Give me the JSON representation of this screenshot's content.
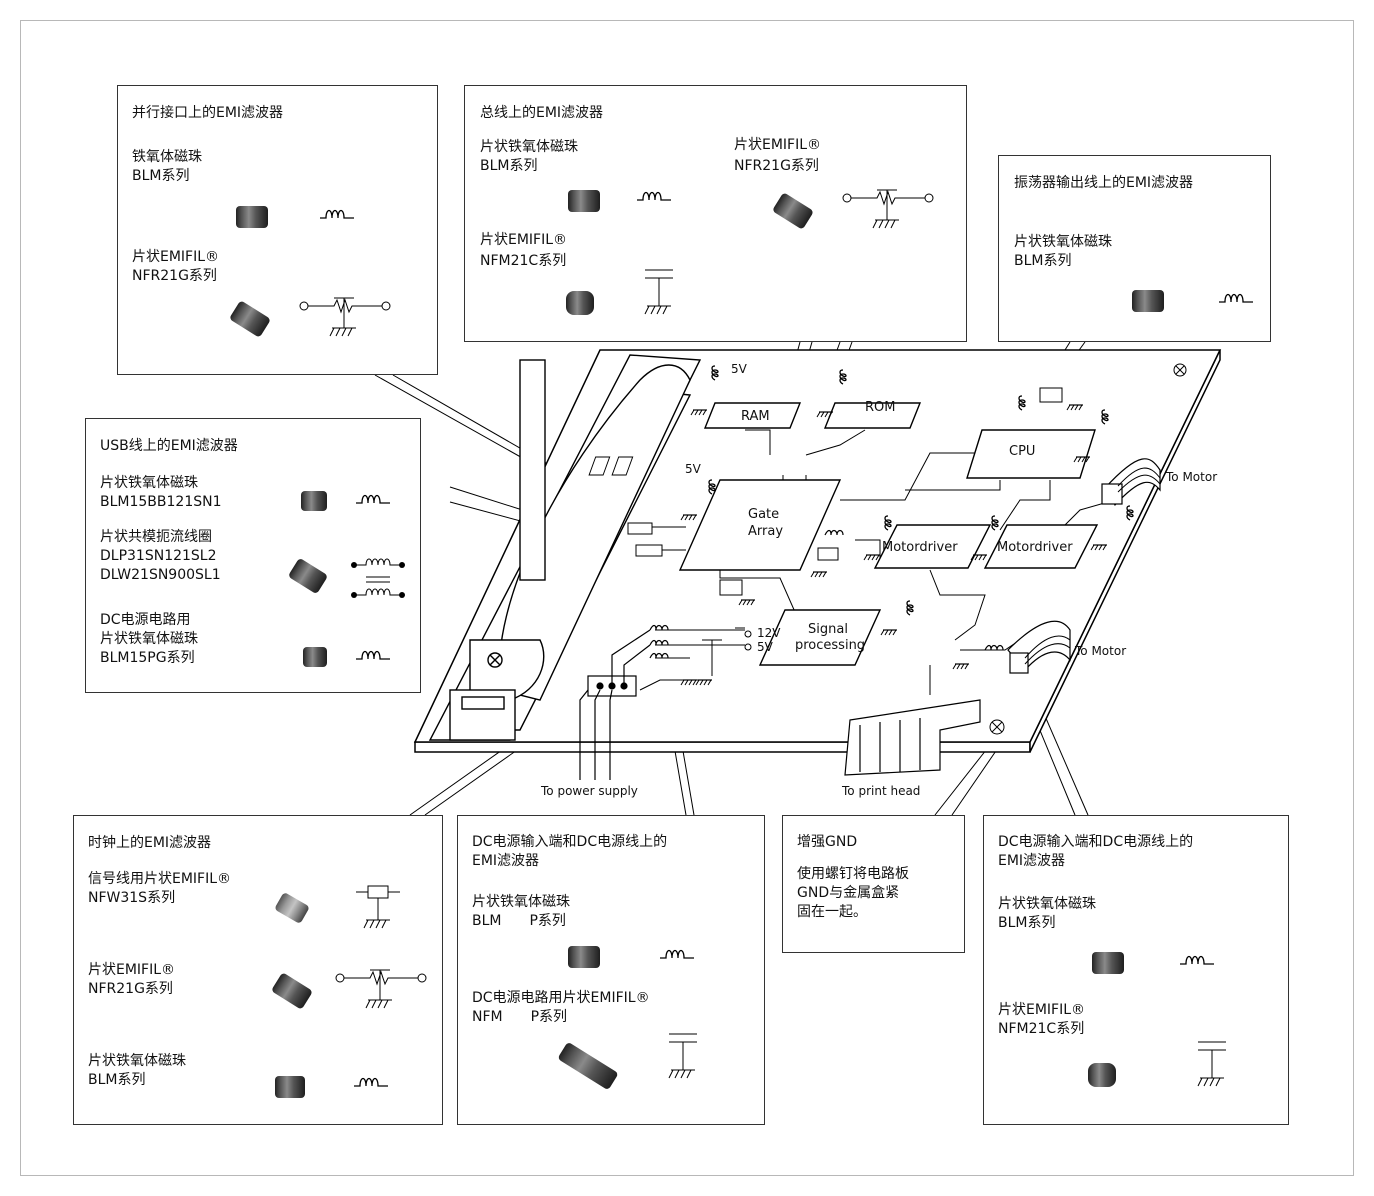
{
  "parallel_box": {
    "title": "并行接口上的EMI滤波器",
    "item1_name": "铁氧体磁珠",
    "item1_series": "BLM系列",
    "item2_name": "片状EMIFIL®",
    "item2_series": "NFR21G系列"
  },
  "bus_box": {
    "title": "总线上的EMI滤波器",
    "item1_name": "片状铁氧体磁珠",
    "item1_series": "BLM系列",
    "item2_name": "片状EMIFIL®",
    "item2_series": "NFR21G系列",
    "item3_name": "片状EMIFIL®",
    "item3_series": "NFM21C系列"
  },
  "osc_box": {
    "title": "振荡器输出线上的EMI滤波器",
    "item1_name": "片状铁氧体磁珠",
    "item1_series": "BLM系列"
  },
  "usb_box": {
    "title": "USB线上的EMI滤波器",
    "item1_name": "片状铁氧体磁珠",
    "item1_series": "BLM15BB121SN1",
    "item2_name": "片状共模扼流线圈",
    "item2_part1": "DLP31SN121SL2",
    "item2_part2": "DLW21SN900SL1",
    "item3_name1": "DC电源电路用",
    "item3_name2": "片状铁氧体磁珠",
    "item3_series": "BLM15PG系列"
  },
  "clock_box": {
    "title": "时钟上的EMI滤波器",
    "item1_name": "信号线用片状EMIFIL®",
    "item1_series": "NFW31S系列",
    "item2_name": "片状EMIFIL®",
    "item2_series": "NFR21G系列",
    "item3_name": "片状铁氧体磁珠",
    "item3_series": "BLM系列"
  },
  "dc_box1": {
    "title1": "DC电源输入端和DC电源线上的",
    "title2": "EMI滤波器",
    "item1_name": "片状铁氧体磁珠",
    "item1_series": "BLM　　P系列",
    "item2_name": "DC电源电路用片状EMIFIL®",
    "item2_series": "NFM　　P系列"
  },
  "gnd_box": {
    "title": "增强GND",
    "line1": "使用螺钉将电路板",
    "line2": "GND与金属盒紧",
    "line3": "固在一起。"
  },
  "dc_box2": {
    "title1": "DC电源输入端和DC电源线上的",
    "title2": "EMI滤波器",
    "item1_name": "片状铁氧体磁珠",
    "item1_series": "BLM系列",
    "item2_name": "片状EMIFIL®",
    "item2_series": "NFM21C系列"
  },
  "board": {
    "ram": "RAM",
    "rom": "ROM",
    "cpu": "CPU",
    "gate1": "Gate",
    "gate2": "Array",
    "motor1": "Motordriver",
    "motor2": "Motordriver",
    "sig1": "Signal",
    "sig2": "processing",
    "v5_top": "5V",
    "v5_left": "5V",
    "v12": "12V",
    "v5_bot": "5V",
    "to_motor1": "To Motor",
    "to_motor2": "To Motor",
    "to_power": "To power supply",
    "to_print": "To print head"
  }
}
